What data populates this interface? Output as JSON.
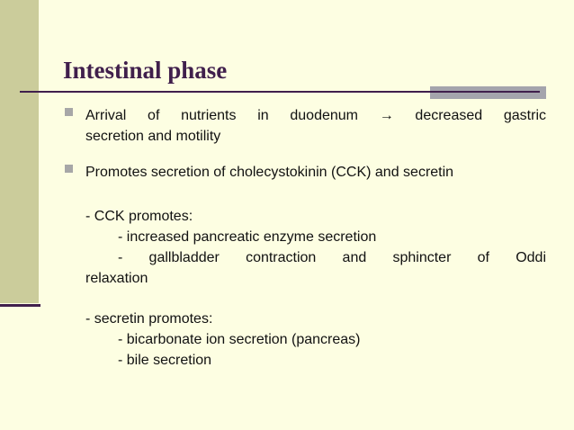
{
  "slide": {
    "title": "Intestinal phase",
    "colors": {
      "background": "#FDFEE2",
      "sidebar": "#CBCC9B",
      "accent_line": "#401F4C",
      "title_text": "#401F4C",
      "gray_bar": "#A4A4AC",
      "bullet": "#A7A7A7",
      "body_text": "#111111"
    },
    "body": {
      "bullet1": {
        "line1": "Arrival of nutrients in duodenum → decreased gastric",
        "line2": "secretion and motility"
      },
      "bullet2": {
        "line1": "Promotes secretion of cholecystokinin (CCK) and secretin"
      },
      "cck": {
        "header": "- CCK promotes:",
        "item1": "- increased pancreatic enzyme secretion",
        "item2_line1": "- gallbladder contraction and sphincter of Oddi",
        "item2_line2": "relaxation"
      },
      "secretin": {
        "header": "- secretin promotes:",
        "item1": "- bicarbonate ion secretion (pancreas)",
        "item2": "- bile secretion"
      }
    }
  }
}
